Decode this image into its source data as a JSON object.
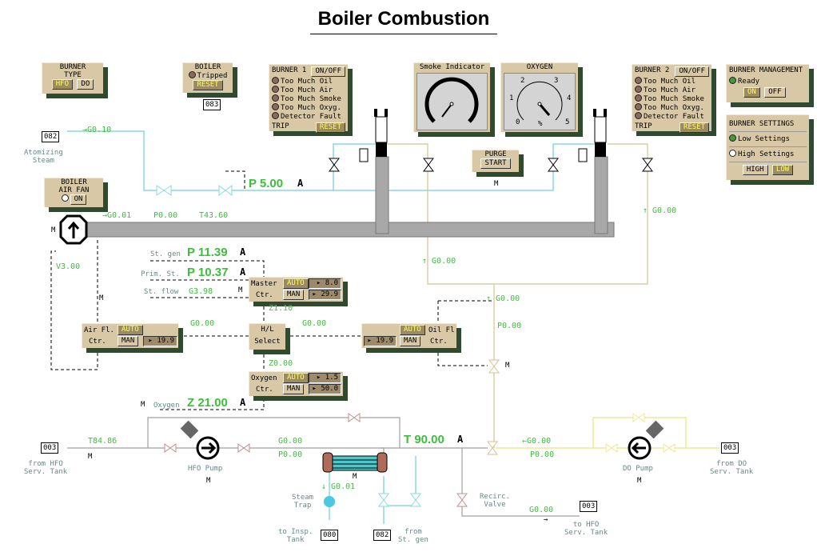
{
  "title": "Boiler Combustion",
  "burner_type": {
    "line1": "BURNER",
    "line2": "TYPE",
    "hfo": "HFO",
    "do": "DO"
  },
  "boiler_trip": {
    "title": "BOILER",
    "status": "Tripped",
    "reset": "RESET",
    "tag": "083"
  },
  "burner1": {
    "title": "BURNER 1",
    "onoff": "ON/OFF",
    "alarms": [
      "Too Much Oil",
      "Too Much Air",
      "Too Much Smoke",
      "Too Much Oxyg.",
      "Detector Fault"
    ],
    "trip": "TRIP",
    "reset": "RESET"
  },
  "burner2": {
    "title": "BURNER 2",
    "onoff": "ON/OFF",
    "alarms": [
      "Too Much Oil",
      "Too Much Air",
      "Too Much Smoke",
      "Too Much Oxyg.",
      "Detector Fault"
    ],
    "trip": "TRIP",
    "reset": "RESET"
  },
  "smoke": {
    "title": "Smoke Indicator"
  },
  "oxygen_gauge": {
    "title": "OXYGEN",
    "ticks": [
      "0",
      "1",
      "2",
      "3",
      "4",
      "5"
    ],
    "unit": "%"
  },
  "burner_mgmt": {
    "title": "BURNER MANAGEMENT",
    "status": "Ready",
    "on": "ON",
    "off": "OFF"
  },
  "burner_settings": {
    "title": "BURNER SETTINGS",
    "low": "Low Settings",
    "high": "High Settings",
    "high_btn": "HIGH",
    "low_btn": "LOW"
  },
  "purge": {
    "title": "PURGE",
    "start": "START",
    "mode": "M"
  },
  "air_fan": {
    "line1": "BOILER",
    "line2": "AIR FAN",
    "on": "ON"
  },
  "controllers": {
    "master": {
      "name1": "Master",
      "name2": "Ctr.",
      "auto": "AUTO",
      "man": "MAN",
      "sp": "8.0",
      "out": "29.9"
    },
    "air": {
      "name1": "Air Fl.",
      "name2": "Ctr.",
      "auto": "AUTO",
      "man": "MAN",
      "out": "19.9"
    },
    "oil": {
      "name1": "Oil Fl",
      "name2": "Ctr.",
      "auto": "AUTO",
      "man": "MAN",
      "out": "19.9"
    },
    "oxygen": {
      "name1": "Oxygen",
      "name2": "Ctr.",
      "auto": "AUTO",
      "man": "MAN",
      "sp": "1.5",
      "out": "50.0"
    },
    "hl": {
      "name1": "H/L",
      "name2": "Select"
    }
  },
  "steam": {
    "tag": "082",
    "label1": "Atomizing",
    "label2": "Steam",
    "flow": "→G0.10",
    "pressure": "P 5.00",
    "mode": "A"
  },
  "air": {
    "flow": "→G0.01",
    "pressure": "P0.00",
    "temp": "T43.60",
    "fan_mode": "M",
    "damper": "V3.00",
    "ctrl_mode": "M"
  },
  "signals": {
    "st_gen_label": "St. gen",
    "st_gen": "P 11.39",
    "st_gen_mode": "A",
    "prim_label": "Prim. St.",
    "prim": "P 10.37",
    "prim_mode": "A",
    "flow_label": "St. flow",
    "flow": "G3.98",
    "flow_mode": "M",
    "master_out": "Z1.10",
    "air_sp": "G0.00",
    "oil_sp": "G0.00",
    "oxy_out": "Z0.00",
    "oxy_mode": "M",
    "oxy_label": "Oxygen",
    "oxy": "Z 21.00",
    "oxy_amode": "A"
  },
  "oil": {
    "b1_flow": "↑ G0.00",
    "b2_flow": "↑ G0.00",
    "main_flow": "↑ G0.00",
    "main_pressure": "P0.00",
    "valve_mode": "M"
  },
  "hfo": {
    "tag": "003",
    "temp": "T84.86",
    "mode": "M",
    "src1": "from HFO",
    "src2": "Serv. Tank",
    "pump": "HFO Pump",
    "pump_mode": "M",
    "flow": "G0.00",
    "pressure": "P0.00",
    "out_temp": "T 90.00",
    "out_mode": "A",
    "hx_mode": "M"
  },
  "steam_trap": {
    "flow": "↓ G0.01",
    "label1": "Steam",
    "label2": "Trap",
    "dest1": "to Insp.",
    "dest2": "Tank",
    "tag": "080",
    "src_tag": "082",
    "src1": "from",
    "src2": "St. gen"
  },
  "recirc": {
    "label1": "Recirc.",
    "label2": "Valve",
    "flow": "G0.00",
    "arrow": "→",
    "tag": "003",
    "dest1": "to HFO",
    "dest2": "Serv. Tank"
  },
  "do": {
    "flow": "←G0.00",
    "pressure": "P0.00",
    "pump": "DO Pump",
    "pump_mode": "M",
    "tag": "003",
    "src1": "from DO",
    "src2": "Serv. Tank"
  },
  "colors": {
    "steam": "#8ad8e0",
    "hfo": "#a0a0a0",
    "do": "#f0e890",
    "oil": "#d8c090",
    "value": "#3cc03c",
    "panel": "#d8c8a6"
  }
}
